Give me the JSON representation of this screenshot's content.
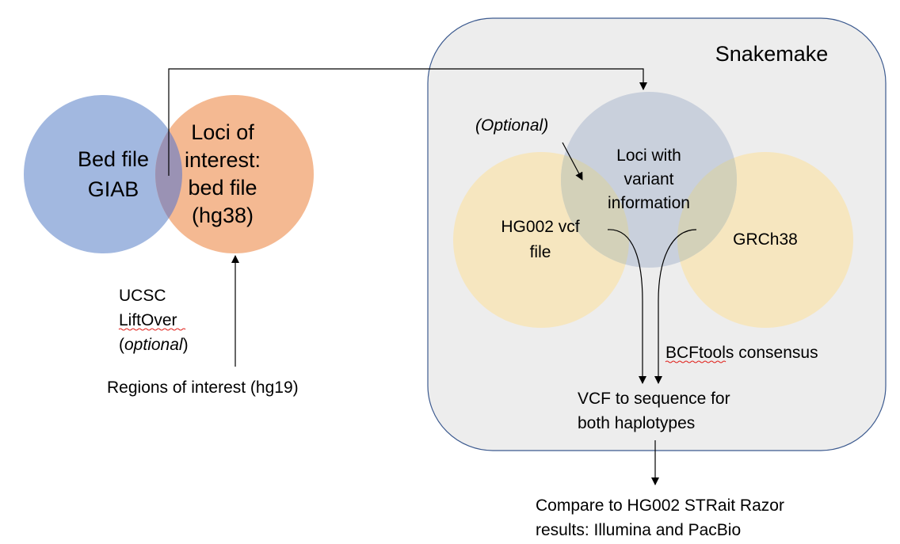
{
  "snakemake_box": {
    "title": "Snakemake"
  },
  "left": {
    "bed_giab": {
      "line1": "Bed file",
      "line2": "GIAB"
    },
    "loci_of_interest": {
      "line1": "Loci of",
      "line2": "interest:",
      "line3": "bed file",
      "line4": "(hg38)"
    },
    "liftover_label": {
      "line1": "UCSC",
      "line2": "LiftOver",
      "line3_paren_open": "(",
      "line3_italic": "optional",
      "line3_paren_close": ")"
    },
    "regions_label": "Regions of interest (hg19)"
  },
  "right": {
    "optional_label": "(Optional)",
    "loci_variant": {
      "line1": "Loci with",
      "line2": "variant",
      "line3": "information"
    },
    "hg002_vcf": {
      "line1": "HG002 vcf",
      "line2": "file"
    },
    "grch38": {
      "label": "GRCh38"
    },
    "bcftools_label": "BCFtools consensus",
    "vcf_to_seq": {
      "line1": "VCF to sequence for",
      "line2": "both haplotypes"
    }
  },
  "bottom": {
    "compare": {
      "line1": "Compare to HG002 STRait Razor",
      "line2": "results: Illumina and PacBio"
    }
  },
  "colors": {
    "blue_circle": "#a2b8e0",
    "orange_circle": "#f4b992",
    "overlap": "#9a92b4",
    "yellow_circle": "#f6e6bf",
    "grey_circle": "#c9d0dc",
    "box_fill": "#ededed",
    "box_stroke": "#3c5a8f"
  }
}
